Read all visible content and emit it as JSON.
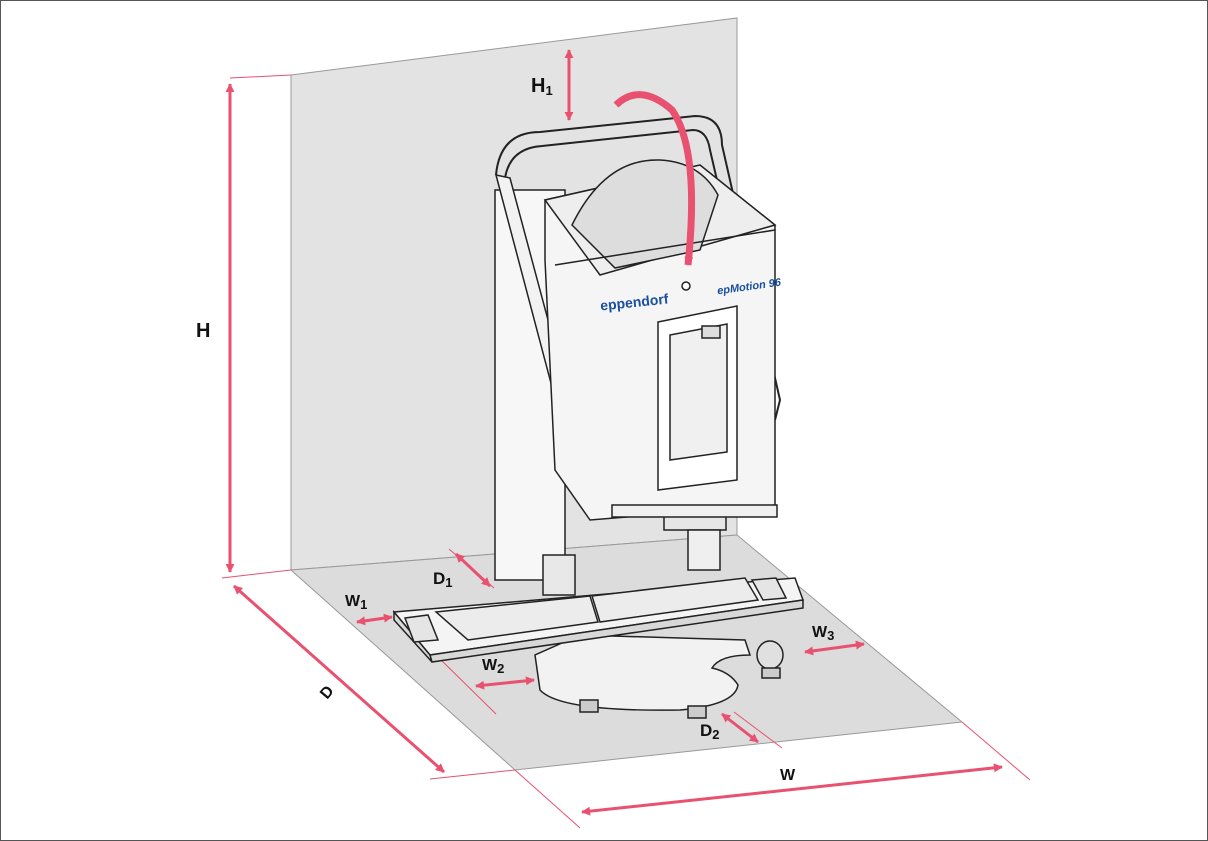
{
  "colors": {
    "dimension": "#e8516f",
    "wall": "#e3e3e3",
    "floor": "#dcdcdc",
    "outline": "#222222",
    "brand": "#1a4fa0"
  },
  "labels": {
    "H": "H",
    "H1": {
      "main": "H",
      "sub": "1"
    },
    "D": "D",
    "D1": {
      "main": "D",
      "sub": "1"
    },
    "D2": {
      "main": "D",
      "sub": "2"
    },
    "W": "W",
    "W1": {
      "main": "W",
      "sub": "1"
    },
    "W2": {
      "main": "W",
      "sub": "2"
    },
    "W3": {
      "main": "W",
      "sub": "3"
    }
  },
  "device": {
    "brand": "eppendorf",
    "model": "epMotion 96"
  },
  "icons": {
    "rotation": "curved-arrow-icon"
  }
}
